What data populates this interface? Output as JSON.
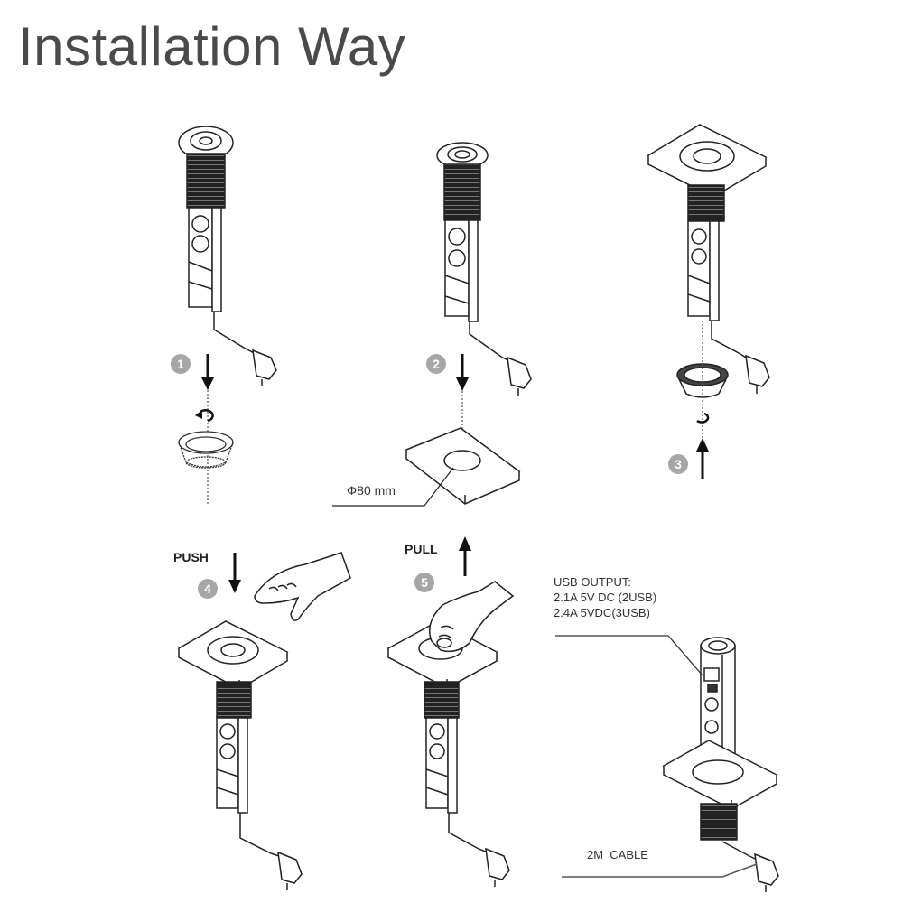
{
  "title": "Installation Way",
  "steps": [
    {
      "number": "1",
      "action": "screw-off-ring",
      "arrow": "down"
    },
    {
      "number": "2",
      "action": "insert-into-hole",
      "arrow": "down"
    },
    {
      "number": "3",
      "action": "screw-on-ring",
      "arrow": "up"
    },
    {
      "number": "4",
      "action": "push",
      "label": "PUSH",
      "arrow": "down"
    },
    {
      "number": "5",
      "action": "pull",
      "label": "PULL",
      "arrow": "up"
    }
  ],
  "hole_dimension": "Φ80 mm",
  "usb_output": {
    "heading": "USB OUTPUT:",
    "line1": "2.1A 5V DC (2USB)",
    "line2": "2.4A 5VDC(3USB)"
  },
  "cable_label": "2M  CABLE",
  "colors": {
    "title": "#4a4a4a",
    "badge": "#a6a6a6",
    "line": "#222222"
  }
}
